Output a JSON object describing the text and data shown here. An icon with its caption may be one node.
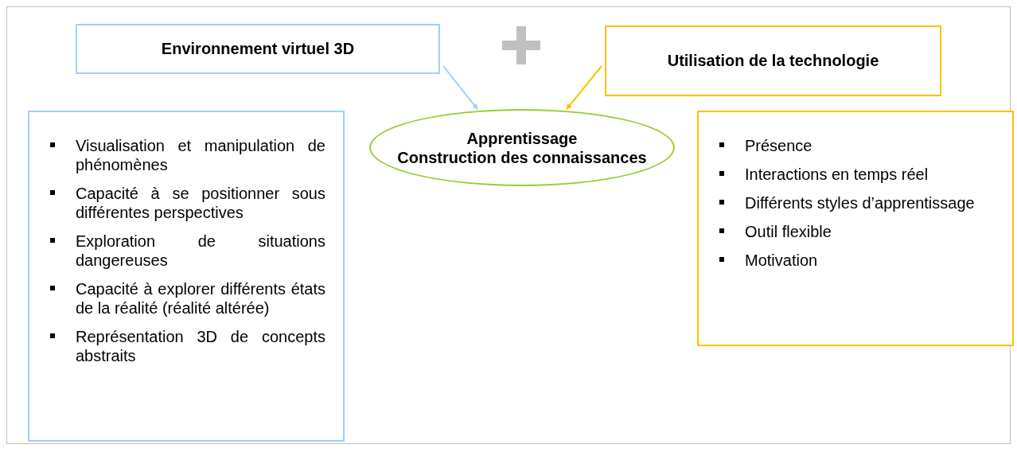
{
  "diagram": {
    "nodes": [
      {
        "text": [
          "Environnement virtuel 3D"
        ]
      },
      {
        "text": [
          "Utilisation de la technologie"
        ]
      },
      {
        "text": [
          "Apprentissage",
          "Construction des connaissances"
        ]
      },
      {
        "text": [
          "Visualisation et manipulation de phénomènes",
          "Capacité à se positionner sous différentes perspectives",
          "Exploration de situations dangereuses",
          "Capacité à explorer différents états de la réalité (réalité altérée)",
          "Représentation 3D de concepts abstraits"
        ]
      },
      {
        "text": [
          "Présence",
          "Interactions en temps réel",
          "Différents styles d’apprentissage",
          "Outil flexible",
          "Motivation"
        ]
      }
    ],
    "edges": [
      {
        "from": 0,
        "to": 2,
        "arrow": "to",
        "color": "#9fcfff"
      },
      {
        "from": 1,
        "to": 2,
        "arrow": "to",
        "color": "#ffc000"
      }
    ]
  }
}
